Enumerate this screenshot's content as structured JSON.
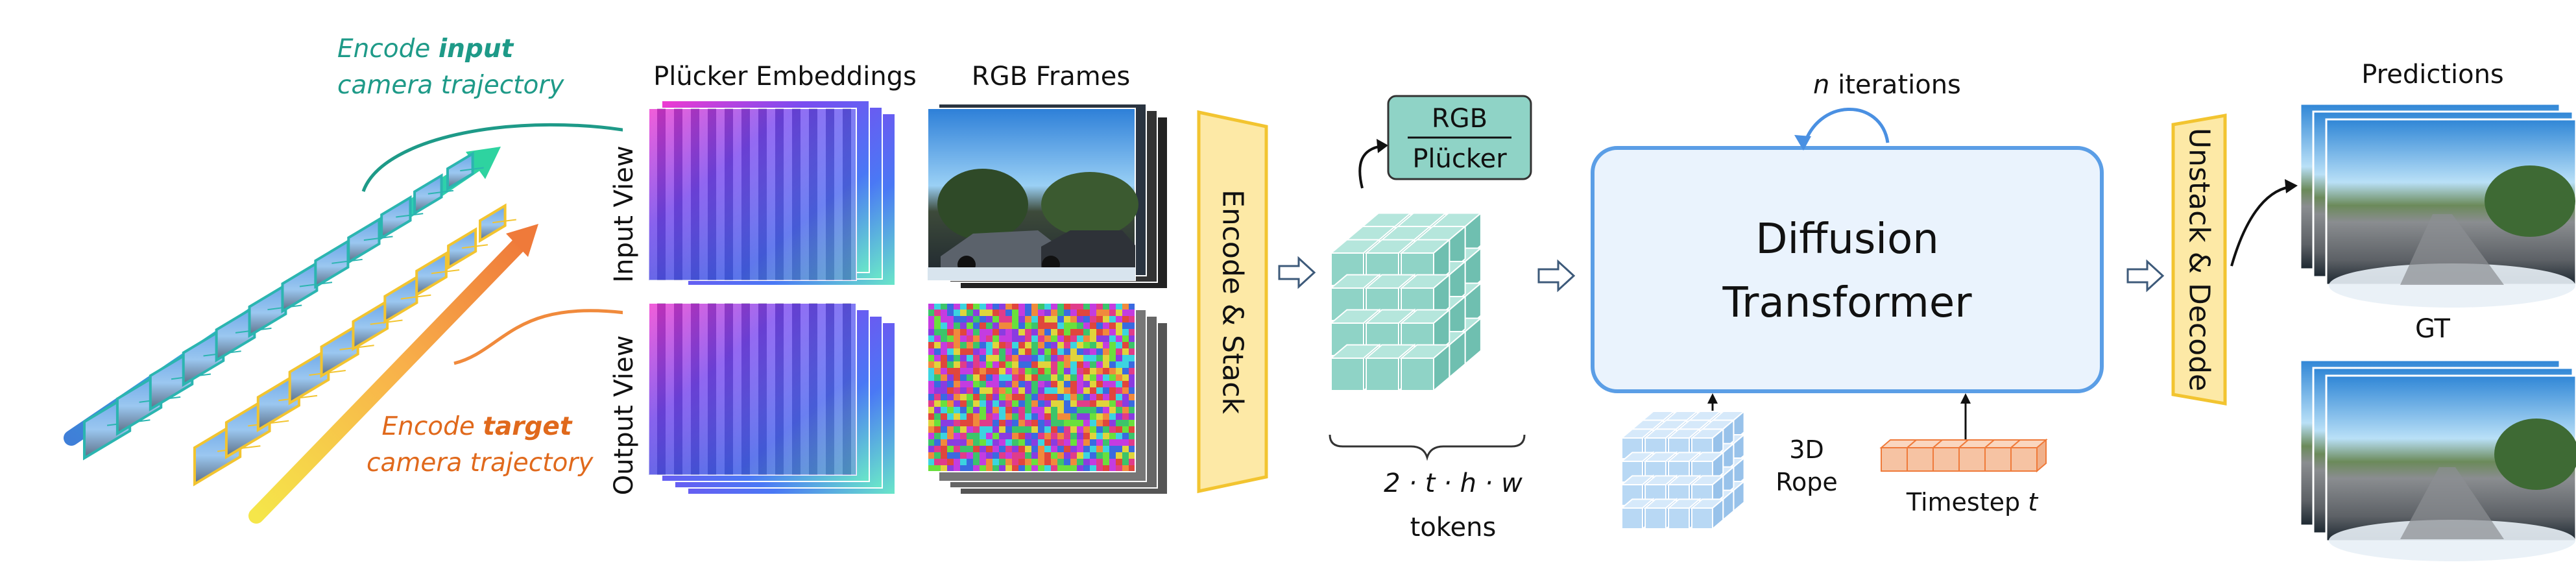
{
  "left": {
    "encode_input": {
      "prefix": "Encode ",
      "emph": "input",
      "line2": "camera trajectory"
    },
    "encode_target": {
      "prefix": "Encode ",
      "emph": "target",
      "line2": "camera trajectory"
    }
  },
  "headers": {
    "plucker": "Plücker Embeddings",
    "rgb": "RGB Frames"
  },
  "rows": {
    "input_view": "Input View",
    "output_view": "Output View"
  },
  "encode_stack": "Encode & Stack",
  "token_box": {
    "top": "RGB",
    "bottom": "Plücker"
  },
  "token_formula": "2 · t · h · w",
  "tokens_label": "tokens",
  "iterations": {
    "emph": "n",
    "rest": " iterations"
  },
  "dit": {
    "line1": "Diffusion",
    "line2": "Transformer"
  },
  "rope": {
    "line1": "3D",
    "line2": "Rope"
  },
  "timestep": {
    "prefix": "Timestep ",
    "emph": "t"
  },
  "unstack": "Unstack & Decode",
  "outputs": {
    "predictions": "Predictions",
    "gt": "GT"
  },
  "colors": {
    "teal": "#1e9a88",
    "orange": "#e0691c",
    "token_fill": "#8fd3c6",
    "dit_fill": "#eaf3fd",
    "dit_stroke": "#5b9ee6",
    "rope_fill": "#b8d8f4",
    "timestep_fill": "#f6c3a3",
    "encoder_fill": "#fde9a6",
    "encoder_stroke": "#f2c430"
  }
}
